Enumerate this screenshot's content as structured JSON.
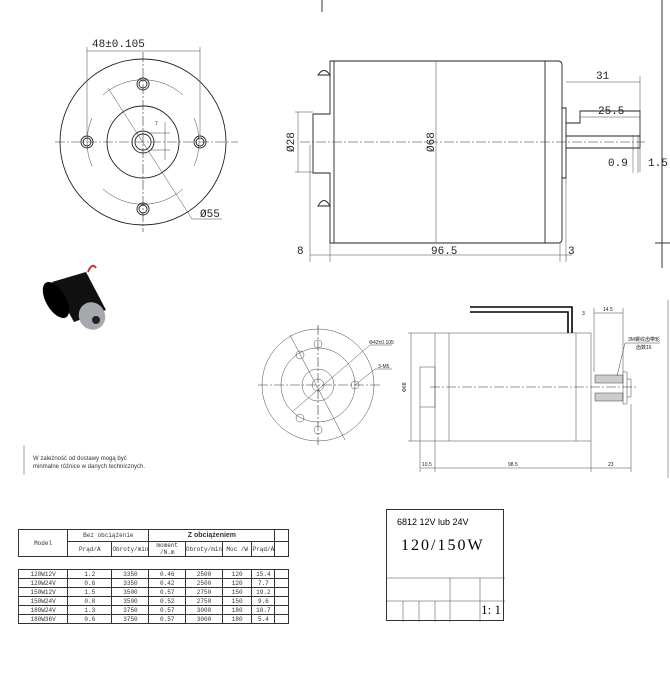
{
  "drawing": {
    "front_view": {
      "bolt_spacing": "48±0.105",
      "diameter": "Ø55",
      "small_dim": "7"
    },
    "side_view": {
      "pilot_diameter": "Ø28",
      "body_diameter": "Ø68",
      "shaft_len_total": "31",
      "shaft_len": "25.5",
      "dim_0_9": "0.9",
      "dim_1_5": "1.5",
      "flange_len": "8",
      "body_len": "96.5",
      "gap": "3"
    },
    "front_view_2": {
      "hole_circle": "Φ42±0.105",
      "holes": "3-M5"
    },
    "side_view_2": {
      "diameter": "Φ68",
      "flange": "10.5",
      "body_len": "98.5",
      "shaft_len": "23",
      "gap": "3",
      "sleeve_len": "14.5",
      "sleeve_note_1": "3M螺纹齿带轮",
      "sleeve_note_2": "齿数16"
    }
  },
  "note": {
    "line1": "W zależność od dostawy mogą być",
    "line2": "minmalne różnice w danych technicznych."
  },
  "table": {
    "model_header": "Model",
    "group_no_load": "Bez obciążenie",
    "group_load": "Z obciążeniem",
    "columns": [
      "Prąd/A",
      "Obroty/min",
      "moment /N.m",
      "Obroty/min",
      "Moc /W",
      "Prąd/A"
    ],
    "rows": [
      [
        "120W12V",
        "1.2",
        "3350",
        "0.46",
        "2500",
        "120",
        "15.4"
      ],
      [
        "120W24V",
        "0.6",
        "3350",
        "0.42",
        "2500",
        "120",
        "7.7"
      ],
      [
        "150W12V",
        "1.5",
        "3500",
        "0.57",
        "2750",
        "150",
        "19.2"
      ],
      [
        "150W24V",
        "0.8",
        "3500",
        "0.52",
        "2750",
        "150",
        "9.6"
      ],
      [
        "180W24V",
        "1.3",
        "3750",
        "0.57",
        "3000",
        "180",
        "10.7"
      ],
      [
        "180W36V",
        "0.6",
        "3750",
        "0.57",
        "3000",
        "180",
        "5.4"
      ]
    ]
  },
  "title_block": {
    "model": "6812 12V lub 24V",
    "power": "120/150W",
    "scale": "1: 1"
  }
}
